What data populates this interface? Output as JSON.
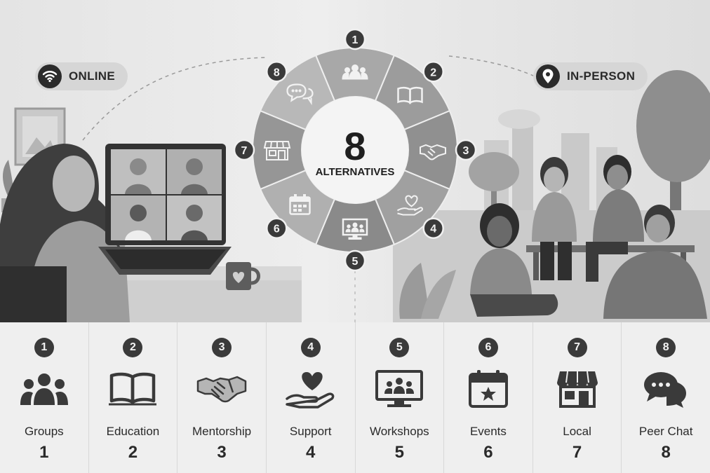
{
  "labels": {
    "online": "ONLINE",
    "in_person": "IN-PERSON",
    "center_number": "8",
    "center_text": "ALTERNATIVES"
  },
  "icons": {
    "online": "wifi-icon",
    "in_person": "location-pin-icon"
  },
  "wheel_segments": [
    {
      "number": "1",
      "icon": "groups-icon"
    },
    {
      "number": "2",
      "icon": "book-icon"
    },
    {
      "number": "3",
      "icon": "handshake-icon"
    },
    {
      "number": "4",
      "icon": "heart-hand-icon"
    },
    {
      "number": "5",
      "icon": "workshop-screen-icon"
    },
    {
      "number": "6",
      "icon": "calendar-icon"
    },
    {
      "number": "7",
      "icon": "storefront-icon"
    },
    {
      "number": "8",
      "icon": "chat-bubbles-icon"
    }
  ],
  "items": [
    {
      "badge": "1",
      "label": "Groups",
      "number": "1",
      "icon": "groups-icon"
    },
    {
      "badge": "2",
      "label": "Education",
      "number": "2",
      "icon": "book-icon"
    },
    {
      "badge": "3",
      "label": "Mentorship",
      "number": "3",
      "icon": "handshake-icon"
    },
    {
      "badge": "4",
      "label": "Support",
      "number": "4",
      "icon": "heart-hand-icon"
    },
    {
      "badge": "5",
      "label": "Workshops",
      "number": "5",
      "icon": "workshop-screen-icon"
    },
    {
      "badge": "6",
      "label": "Events",
      "number": "6",
      "icon": "calendar-star-icon"
    },
    {
      "badge": "7",
      "label": "Local",
      "number": "7",
      "icon": "storefront-icon"
    },
    {
      "badge": "8",
      "label": "Peer Chat",
      "number": "8",
      "icon": "chat-bubbles-icon"
    }
  ]
}
